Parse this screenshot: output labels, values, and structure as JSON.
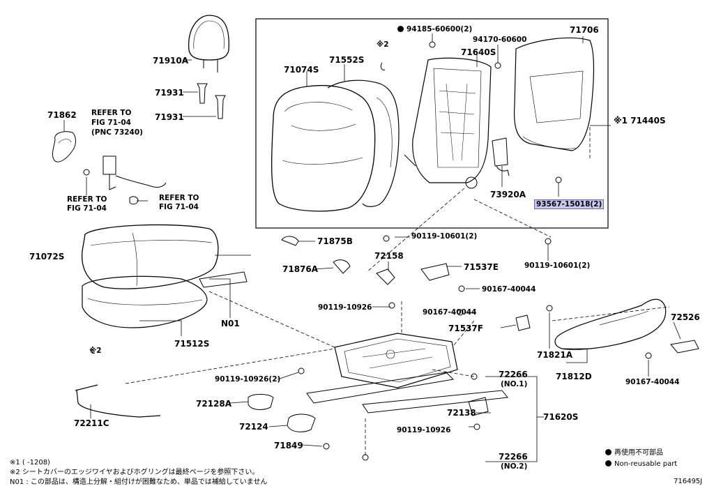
{
  "diagram_id": "716495J",
  "part_labels": {
    "p71910A": "71910A",
    "p71931a": "71931",
    "p71931b": "71931",
    "p71862": "71862",
    "p71074S": "71074S",
    "p71552S": "71552S",
    "p94185": "94185-60600(2)",
    "p94170": "94170-60600",
    "p71640S": "71640S",
    "p71706": "71706",
    "p71440S": "※1 71440S",
    "p73920A": "73920A",
    "p93567": "93567-15018(2)",
    "p71875B": "71875B",
    "p71876A": "71876A",
    "p72158": "72158",
    "p71537E": "71537E",
    "p90119_10601a": "90119-10601(2)",
    "p90119_10601b": "90119-10601(2)",
    "p90167_40044a": "90167-40044",
    "p90167_40044b": "90167-40044",
    "p90167_40044c": "90167-40044",
    "p90119_10926a": "90119-10926",
    "p90119_10926b": "90119-10926(2)",
    "p90119_10926c": "90119-10926",
    "p71537F": "71537F",
    "p71072S": "71072S",
    "pN01": "N01",
    "p71512S": "71512S",
    "p72526": "72526",
    "p71821A": "71821A",
    "p71812D": "71812D",
    "p72266a": "72266",
    "p72266a_sub": "(NO.1)",
    "p72266b": "72266",
    "p72266b_sub": "(NO.2)",
    "p71620S": "71620S",
    "p72138": "72138",
    "p72128A": "72128A",
    "p72124": "72124",
    "p71849": "71849",
    "p72211C": "72211C",
    "ref_mark": "※2",
    "ref_mark2": "※2"
  },
  "references": {
    "refer1_l1": "REFER TO",
    "refer1_l2": "FIG 71-04",
    "refer1_l3": "(PNC 73240)",
    "refer2_l1": "REFER TO",
    "refer2_l2": "FIG 71-04",
    "refer3_l1": "REFER TO",
    "refer3_l2": "FIG 71-04"
  },
  "notes": {
    "n1": "※1 (     -1208)",
    "n2": "※2 シートカバーのエッジワイヤおよびホグリングは最終ページを参照下さい。",
    "n3": "N01 : この部品は、構造上分解・組付けが困難なため、単品では補給していません"
  },
  "legend": {
    "jp": "再使用不可部品",
    "en": "Non-reusable part"
  },
  "colors": {
    "highlight": "#c9c6ee",
    "highlight_border": "#6b63c4",
    "line": "#000000"
  }
}
